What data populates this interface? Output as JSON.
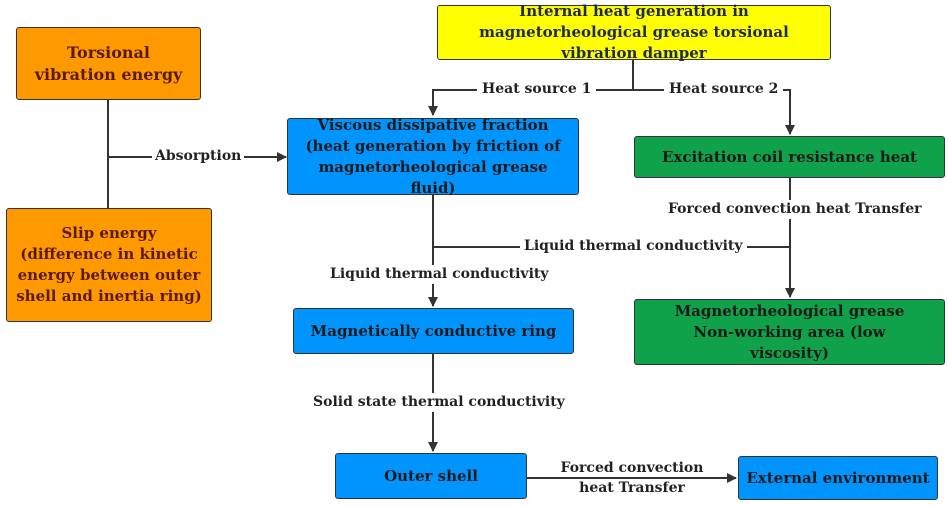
{
  "colors": {
    "orange": "#FF9900",
    "yellow": "#FFFF00",
    "blue": "#0094FF",
    "green": "#0FA24A",
    "line": "#333333"
  },
  "nodes": {
    "torsional_energy": "Torsional vibration energy",
    "slip_energy": "Slip energy (difference in kinetic energy between outer shell and inertia ring)",
    "internal_heat": "Internal heat generation in magnetorheological grease torsional vibration damper",
    "viscous_fraction": "Viscous dissipative fraction (heat generation by friction of magnetorheological grease fluid)",
    "coil_heat": "Excitation coil resistance heat",
    "conductive_ring": "Magnetically conductive ring",
    "non_working_area": "Magnetorheological grease Non-working area (low viscosity)",
    "outer_shell": "Outer shell",
    "external_env": "External environment"
  },
  "edges": {
    "absorption": "Absorption",
    "heat_source_1": "Heat source 1",
    "heat_source_2": "Heat source 2",
    "liquid_cond_right": "Liquid thermal conductivity",
    "liquid_cond_down": "Liquid thermal conductivity",
    "forced_conv_coil": "Forced convection heat Transfer",
    "solid_cond": "Solid state thermal conductivity",
    "forced_conv_shell": "Forced convection heat Transfer"
  }
}
